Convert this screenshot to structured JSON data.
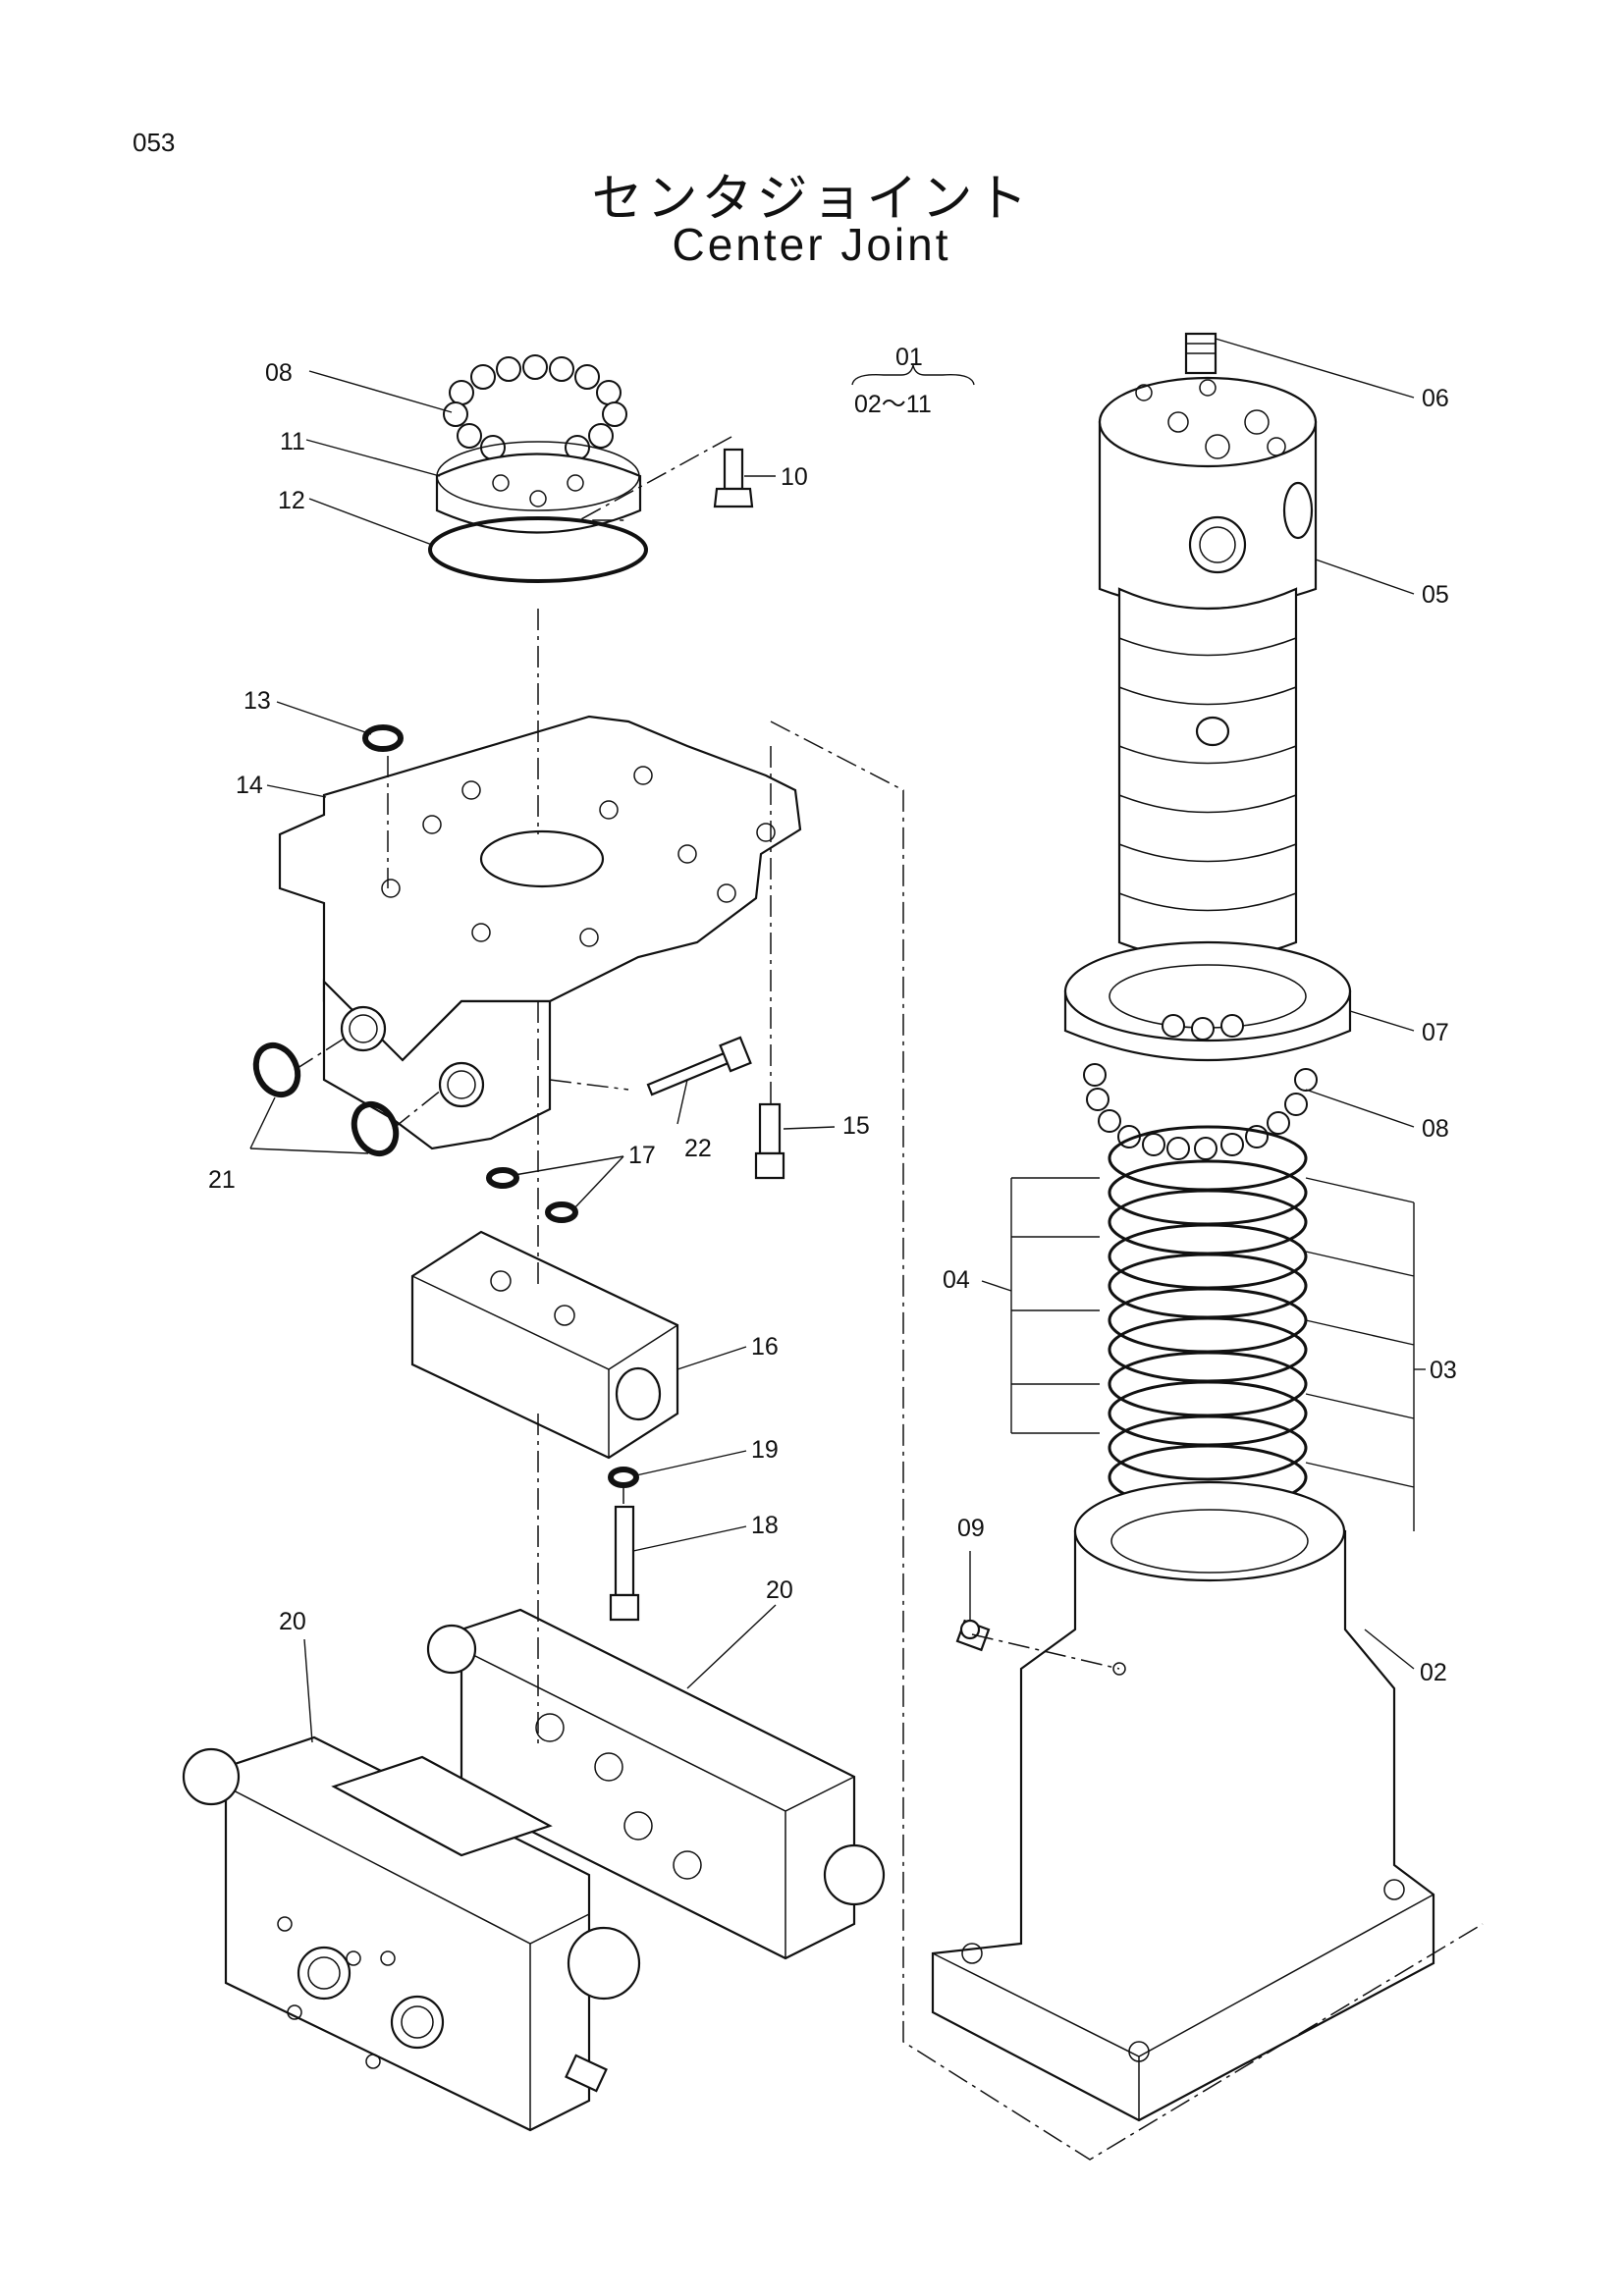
{
  "page": {
    "number": "053"
  },
  "title": {
    "jp": "センタジョイント",
    "en": "Center Joint"
  },
  "assembly_note": {
    "top": "01",
    "bottom": "02～11"
  },
  "callouts": [
    {
      "id": "08a",
      "label": "08"
    },
    {
      "id": "11",
      "label": "11"
    },
    {
      "id": "12",
      "label": "12"
    },
    {
      "id": "10",
      "label": "10"
    },
    {
      "id": "13",
      "label": "13"
    },
    {
      "id": "14",
      "label": "14"
    },
    {
      "id": "21",
      "label": "21"
    },
    {
      "id": "22",
      "label": "22"
    },
    {
      "id": "15",
      "label": "15"
    },
    {
      "id": "17",
      "label": "17"
    },
    {
      "id": "16",
      "label": "16"
    },
    {
      "id": "19",
      "label": "19"
    },
    {
      "id": "18",
      "label": "18"
    },
    {
      "id": "20a",
      "label": "20"
    },
    {
      "id": "20b",
      "label": "20"
    },
    {
      "id": "06",
      "label": "06"
    },
    {
      "id": "05",
      "label": "05"
    },
    {
      "id": "07",
      "label": "07"
    },
    {
      "id": "08b",
      "label": "08"
    },
    {
      "id": "04",
      "label": "04"
    },
    {
      "id": "03",
      "label": "03"
    },
    {
      "id": "09",
      "label": "09"
    },
    {
      "id": "02",
      "label": "02"
    }
  ]
}
